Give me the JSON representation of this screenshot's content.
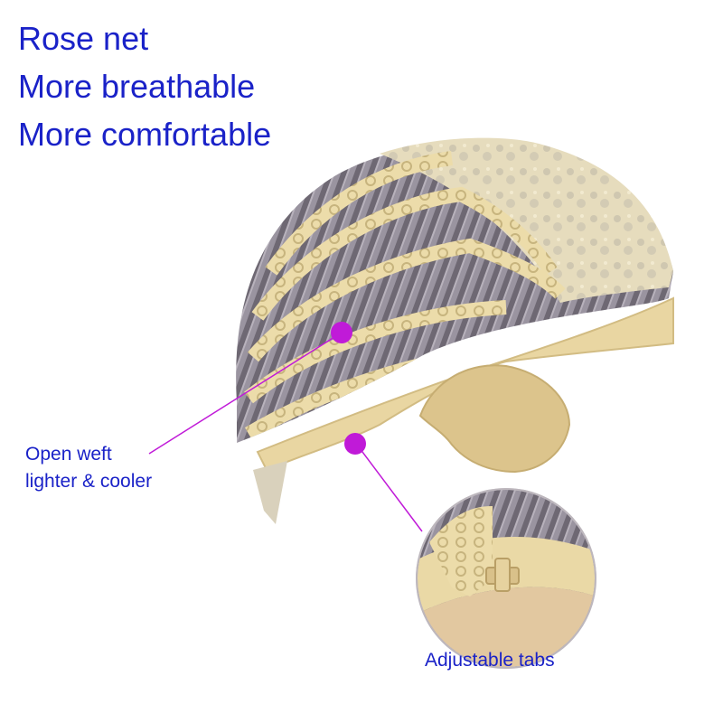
{
  "headline": {
    "line1": "Rose net",
    "line2": "More breathable",
    "line3": "More comfortable"
  },
  "callouts": {
    "weft_line1": "Open weft",
    "weft_line2": "lighter & cooler",
    "tabs": "Adjustable tabs"
  },
  "colors": {
    "text": "#1a22c8",
    "marker": "#c01ad8",
    "lace": "#e8d9a8",
    "wig_gray": "#8d8791"
  }
}
